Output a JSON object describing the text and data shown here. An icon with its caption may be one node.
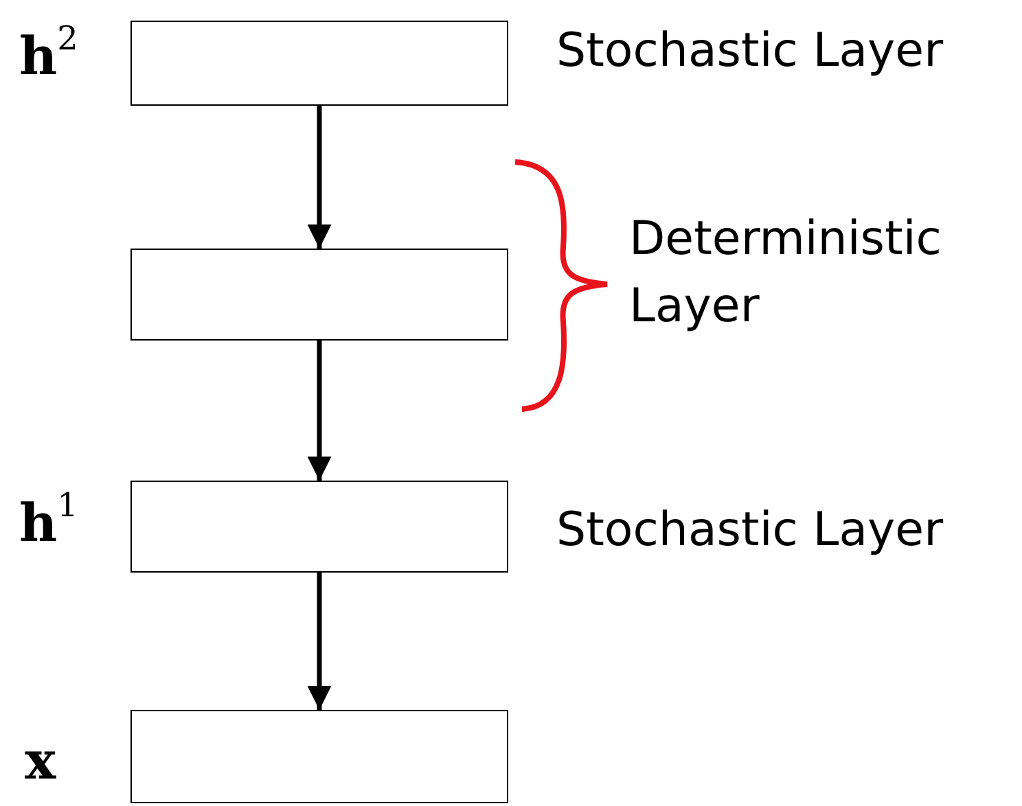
{
  "diagram": {
    "nodes": [
      {
        "text": [],
        "shape": "box",
        "beside": [
          "h$^{2}$",
          "Stochastic Layer"
        ]
      },
      {
        "text": [],
        "shape": "box",
        "beside": [
          "Deterministic Layer"
        ]
      },
      {
        "text": [],
        "shape": "box",
        "beside": [
          "h$^{1}$",
          "Stochastic Layer"
        ]
      },
      {
        "text": [],
        "shape": "box",
        "beside": [
          "x"
        ]
      }
    ],
    "edges": [
      {
        "from": 0,
        "to": 1,
        "arrow": "to"
      },
      {
        "from": 1,
        "to": 2,
        "arrow": "to"
      },
      {
        "from": 2,
        "to": 3,
        "arrow": "to"
      }
    ]
  }
}
